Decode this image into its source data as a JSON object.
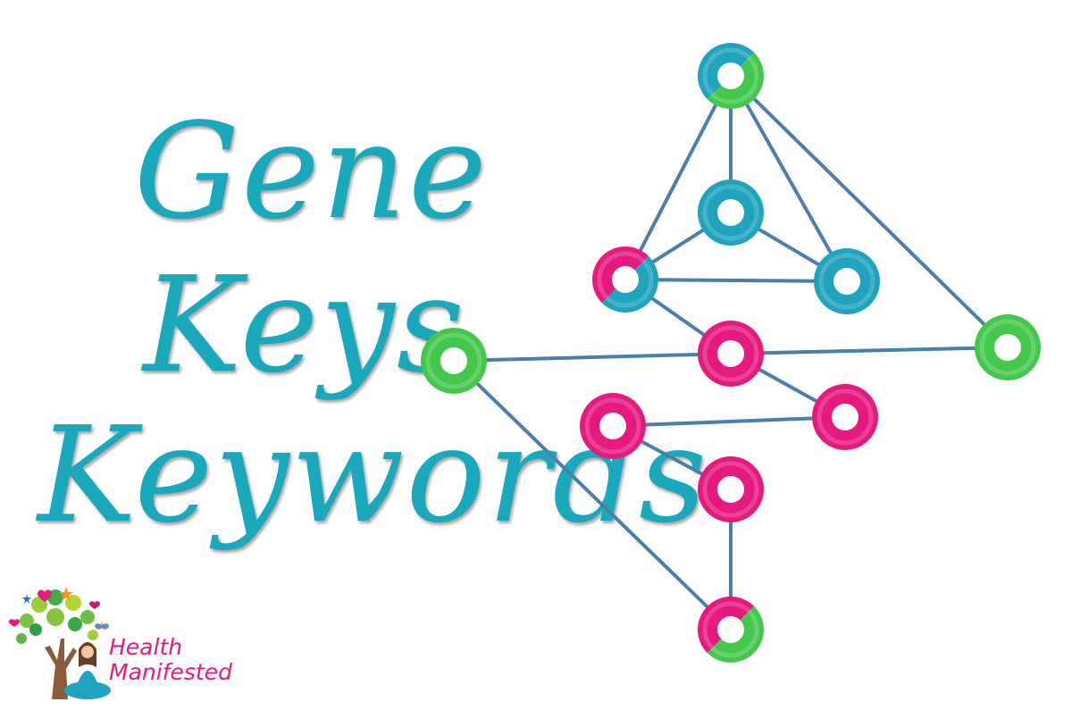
{
  "title": {
    "line1": "Gene",
    "line2": "Keys",
    "line3": "Keywords"
  },
  "brand": {
    "line1": "Health",
    "line2": "Manifested"
  },
  "colors": {
    "title": "#1aa8bd",
    "edge": "#4a7fab",
    "teal": "#1fa3bf",
    "pink": "#e6197e",
    "green": "#44c84c",
    "brand": "#e6197e"
  },
  "icons": [
    "tree-icon",
    "meditating-woman-icon",
    "butterfly-icon",
    "heart-icon",
    "star-icon"
  ]
}
